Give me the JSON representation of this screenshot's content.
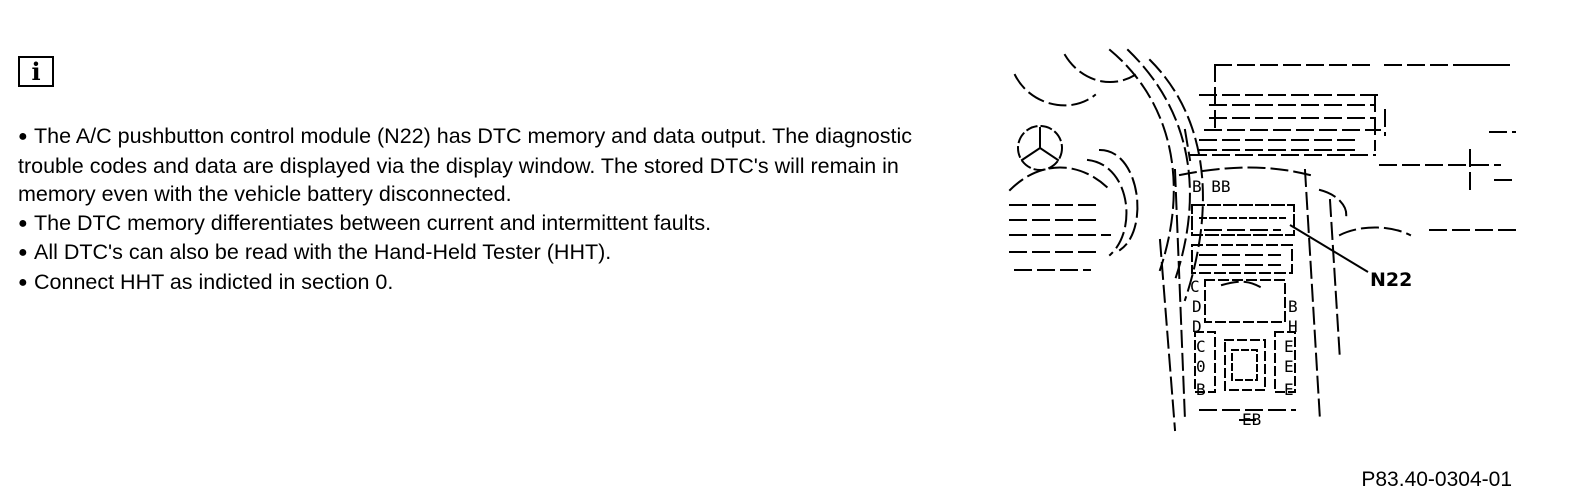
{
  "notes": [
    "The A/C pushbutton control module (N22) has DTC memory and data output. The diagnostic trouble codes and data are displayed via the display window. The stored DTC's will remain in memory even with the vehicle battery disconnected.",
    "The DTC memory differentiates between current and intermittent faults.",
    "All DTC's can also be read with the Hand-Held Tester (HHT).",
    "Connect HHT as indicted in section 0."
  ],
  "figure": {
    "callout_label": "N22",
    "figure_id": "P83.40-0304-01"
  },
  "icons": {
    "info": "info-icon",
    "bullet": "filled-circle-bullet"
  }
}
